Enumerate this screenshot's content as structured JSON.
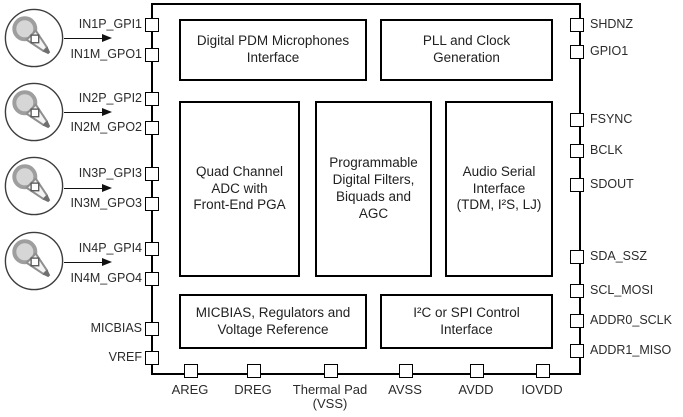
{
  "diagram": {
    "description": "Audio ADC functional block diagram",
    "background_color": "#ffffff",
    "line_color": "#000000",
    "text_color": "#2b2b2b"
  },
  "blocks": {
    "pdm": "Digital PDM Microphones\nInterface",
    "pll": "PLL and Clock\nGeneration",
    "adc": "Quad Channel\nADC with\nFront-End PGA",
    "filters": "Programmable\nDigital Filters,\nBiquads and\nAGC",
    "asi": "Audio Serial\nInterface\n(TDM, I²S, LJ)",
    "micbias": "MICBIAS, Regulators and\nVoltage Reference",
    "i2c": "I²C or SPI Control\nInterface"
  },
  "left_pins": [
    "IN1P_GPI1",
    "IN1M_GPO1",
    "IN2P_GPI2",
    "IN2M_GPO2",
    "IN3P_GPI3",
    "IN3M_GPO3",
    "IN4P_GPI4",
    "IN4M_GPO4",
    "MICBIAS",
    "VREF"
  ],
  "right_pins": [
    "SHDNZ",
    "GPIO1",
    "FSYNC",
    "BCLK",
    "SDOUT",
    "SDA_SSZ",
    "SCL_MOSI",
    "ADDR0_SCLK",
    "ADDR1_MISO"
  ],
  "bottom_pins": [
    "AREG",
    "DREG",
    "Thermal Pad\n(VSS)",
    "AVSS",
    "AVDD",
    "IOVDD"
  ],
  "icons": {
    "microphone_count": 4,
    "microphone_name": "microphone-icon"
  }
}
